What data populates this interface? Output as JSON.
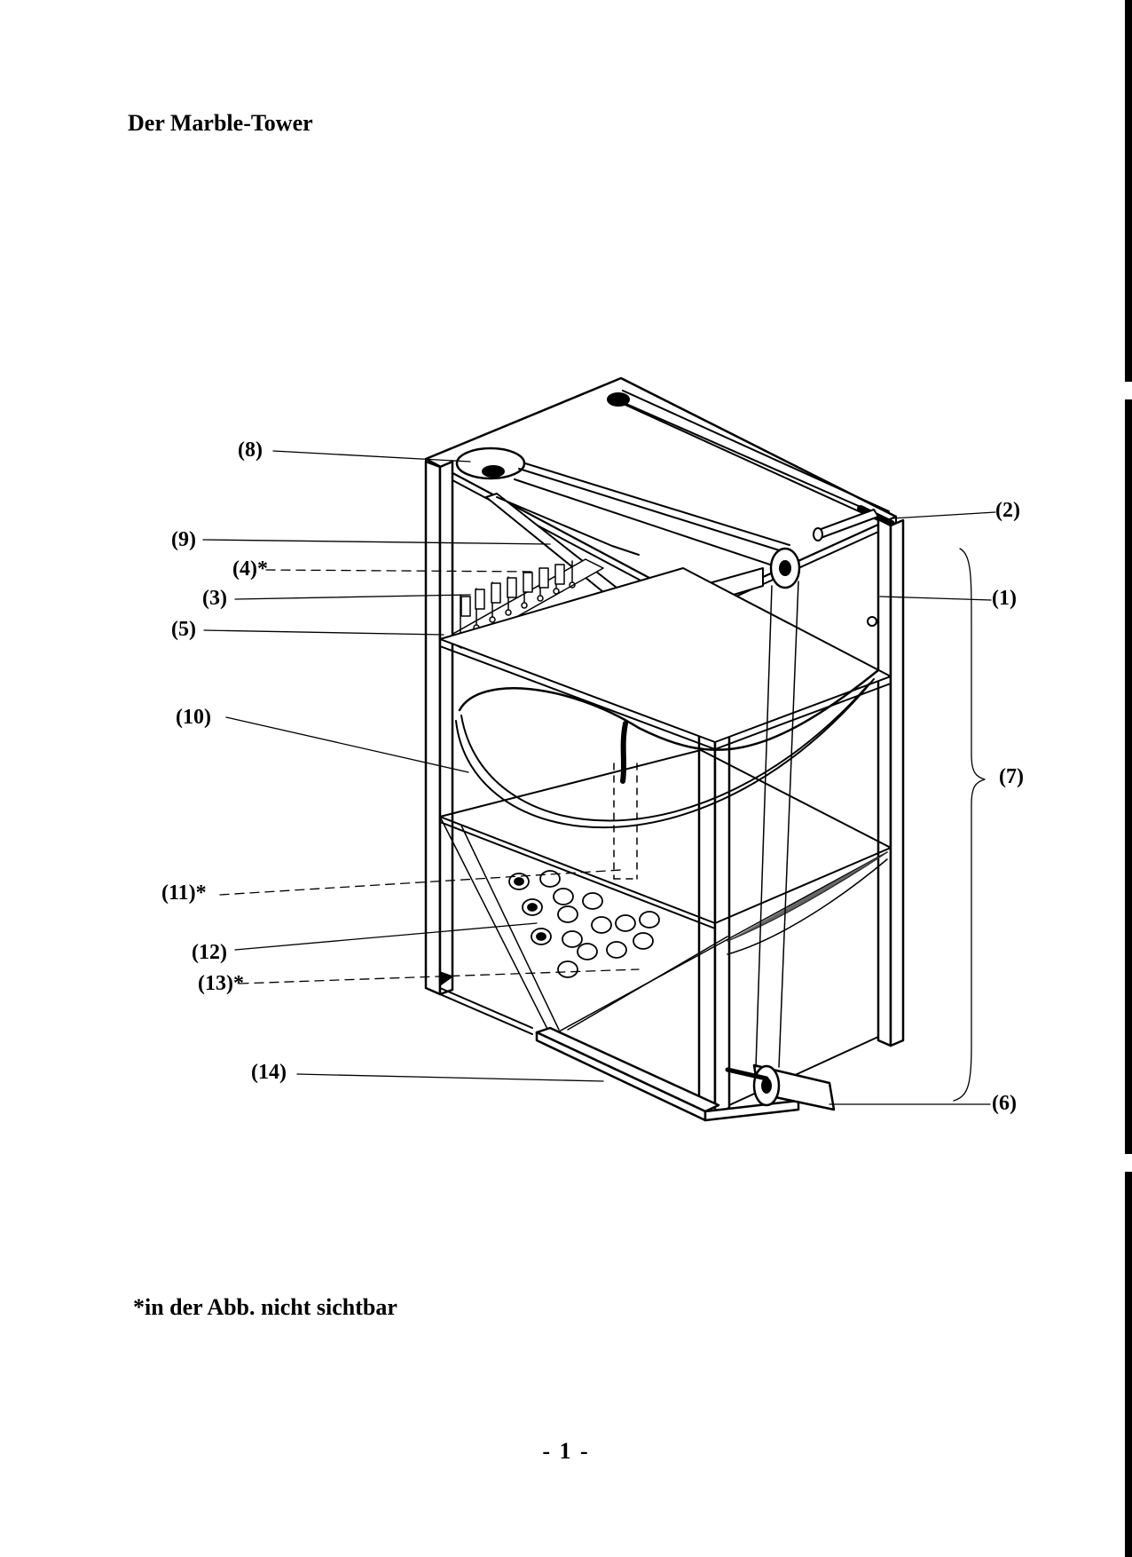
{
  "page": {
    "title": "Der Marble-Tower",
    "footnote": "*in der Abb. nicht sichtbar",
    "page_number": "- 1 -"
  },
  "diagram": {
    "callouts": {
      "c1": "(1)",
      "c2": "(2)",
      "c3": "(3)",
      "c4": "(4)*",
      "c5": "(5)",
      "c6": "(6)",
      "c7": "(7)",
      "c8": "(8)",
      "c9": "(9)",
      "c10": "(10)",
      "c11": "(11)*",
      "c12": "(12)",
      "c13": "(13)*",
      "c14": "(14)"
    },
    "colors": {
      "ink": "#000000",
      "paper": "#ffffff",
      "shade": "#555555"
    }
  }
}
